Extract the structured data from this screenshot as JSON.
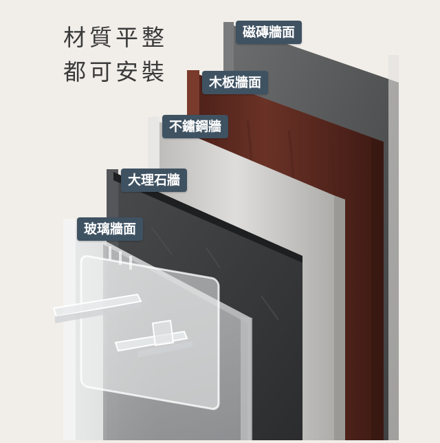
{
  "headline": {
    "line1": "材質平整",
    "line2": "都可安裝"
  },
  "labels": {
    "tile": "磁磚牆面",
    "wood": "木板牆面",
    "steel": "不鏽鋼牆",
    "marble": "大理石牆",
    "glass": "玻璃牆面"
  },
  "colors": {
    "background": "#f1eee9",
    "tag": "#3f5262",
    "tile": "#5a5b5c",
    "wood": "#5b2a22",
    "steel": "#c9c8c5",
    "marble": "#3b3c3e",
    "glass": "#d9dadb"
  }
}
